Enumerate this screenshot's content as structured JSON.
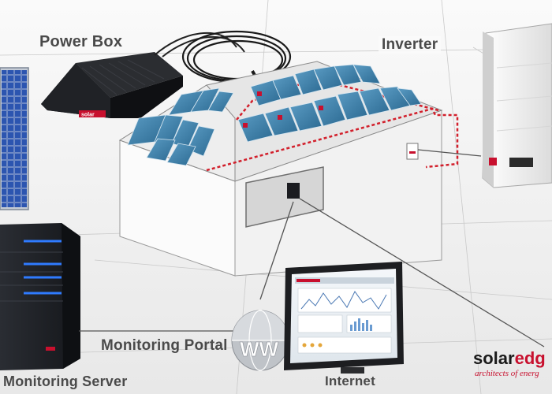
{
  "labels": {
    "power_box": "Power Box",
    "inverter": "Inverter",
    "monitoring_portal": "Monitoring Portal",
    "monitoring_server": "Monitoring Server",
    "internet": "Internet",
    "www": "WW"
  },
  "logo": {
    "brand_part1": "solar",
    "brand_part2": "edg",
    "tagline": "architects of energ"
  },
  "device_brand_badge": "solar",
  "colors": {
    "accent_red": "#c8102e",
    "panel_blue": "#3b7fa8",
    "server_led_blue": "#2f7bff",
    "label_gray": "#4a4a4a"
  }
}
